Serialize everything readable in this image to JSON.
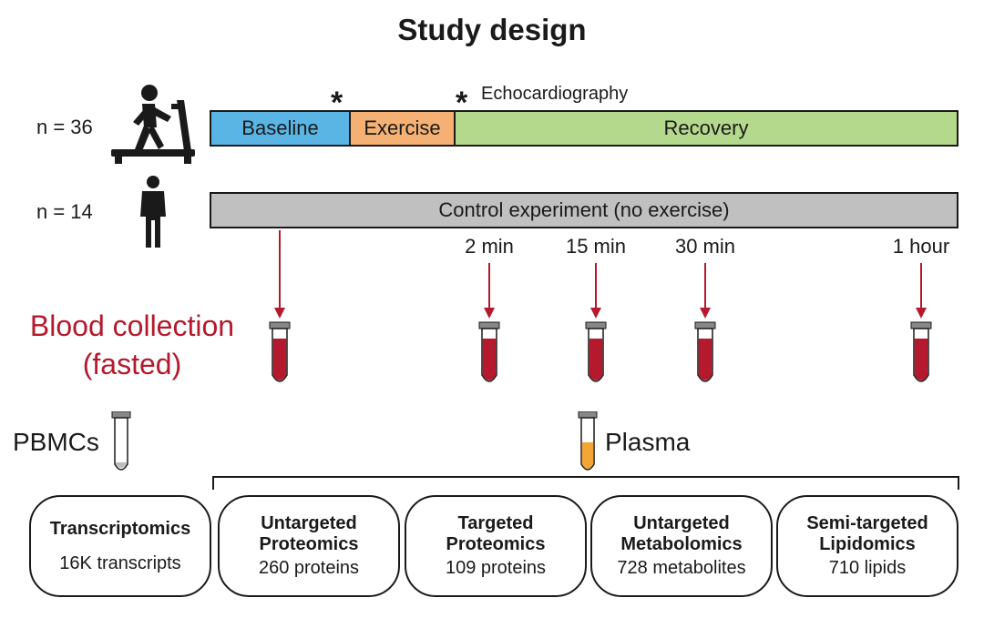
{
  "title": "Study design",
  "groups": {
    "exercise": {
      "label": "n = 36",
      "icon": "treadmill-runner-icon"
    },
    "control": {
      "label": "n = 14",
      "icon": "person-standing-icon"
    }
  },
  "phases": [
    {
      "label": "Baseline",
      "color": "#5ab5e4"
    },
    {
      "label": "Exercise",
      "color": "#f4b173"
    },
    {
      "label": "Recovery",
      "color": "#b5d98c"
    }
  ],
  "markers": {
    "star": "*",
    "echo_label": "Echocardiography"
  },
  "control_bar": {
    "label": "Control experiment (no exercise)",
    "color": "#c0c0c0"
  },
  "timepoints": [
    "2 min",
    "15 min",
    "30 min",
    "1 hour"
  ],
  "blood": {
    "line1": "Blood collection",
    "line2": "(fasted)",
    "color": "#b5192d"
  },
  "samples": {
    "pbmc": "PBMCs",
    "plasma": "Plasma",
    "plasma_color": "#f3a536"
  },
  "omics": [
    {
      "title1": "Transcriptomics",
      "title2": "",
      "count": "16K transcripts"
    },
    {
      "title1": "Untargeted",
      "title2": "Proteomics",
      "count": "260 proteins"
    },
    {
      "title1": "Targeted",
      "title2": "Proteomics",
      "count": "109 proteins"
    },
    {
      "title1": "Untargeted",
      "title2": "Metabolomics",
      "count": "728 metabolites"
    },
    {
      "title1": "Semi-targeted",
      "title2": "Lipidomics",
      "count": "710 lipids"
    }
  ]
}
